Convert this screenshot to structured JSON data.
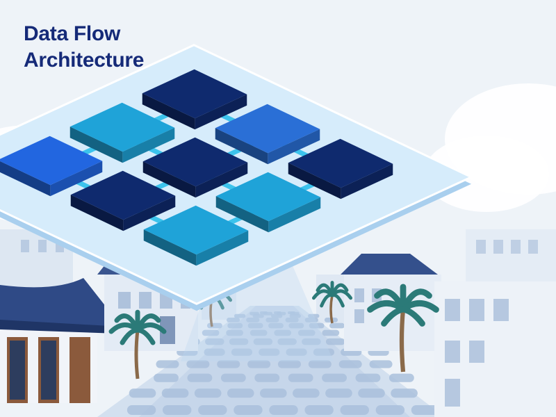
{
  "title": {
    "line1": "Data Flow",
    "line2": "Architecture"
  },
  "diagram": {
    "grid_rows": 3,
    "grid_cols": 3,
    "nodes": [
      {
        "row": 0,
        "col": 0,
        "color": "#0f2a6e"
      },
      {
        "row": 0,
        "col": 1,
        "color": "#2a6fd6"
      },
      {
        "row": 0,
        "col": 2,
        "color": "#0f2a6e"
      },
      {
        "row": 1,
        "col": 0,
        "color": "#1fa3d8"
      },
      {
        "row": 1,
        "col": 1,
        "color": "#0f2a6e"
      },
      {
        "row": 1,
        "col": 2,
        "color": "#1fa3d8"
      },
      {
        "row": 2,
        "col": 0,
        "color": "#2266e0"
      },
      {
        "row": 2,
        "col": 1,
        "color": "#0f2a6e"
      },
      {
        "row": 2,
        "col": 2,
        "color": "#1fa3d8"
      }
    ],
    "connectors": [
      [
        [
          0,
          0
        ],
        [
          0,
          1
        ]
      ],
      [
        [
          0,
          1
        ],
        [
          0,
          2
        ]
      ],
      [
        [
          1,
          0
        ],
        [
          1,
          1
        ]
      ],
      [
        [
          1,
          1
        ],
        [
          1,
          2
        ]
      ],
      [
        [
          2,
          0
        ],
        [
          2,
          1
        ]
      ],
      [
        [
          2,
          1
        ],
        [
          2,
          2
        ]
      ],
      [
        [
          0,
          0
        ],
        [
          1,
          0
        ]
      ],
      [
        [
          1,
          0
        ],
        [
          2,
          0
        ]
      ],
      [
        [
          0,
          1
        ],
        [
          1,
          1
        ]
      ],
      [
        [
          1,
          1
        ],
        [
          2,
          1
        ]
      ],
      [
        [
          0,
          2
        ],
        [
          1,
          2
        ]
      ],
      [
        [
          1,
          2
        ],
        [
          2,
          2
        ]
      ]
    ],
    "connector_color": "#3cc3ec",
    "platform_color": "#d6ecfb"
  },
  "colors": {
    "sky": "#eef3f8",
    "building_light": "#dde7f2",
    "roof_dark": "#2f4a86",
    "palm_green": "#2b7a78",
    "road": "#c9d9ec",
    "cobble": "#a9bfdc"
  }
}
